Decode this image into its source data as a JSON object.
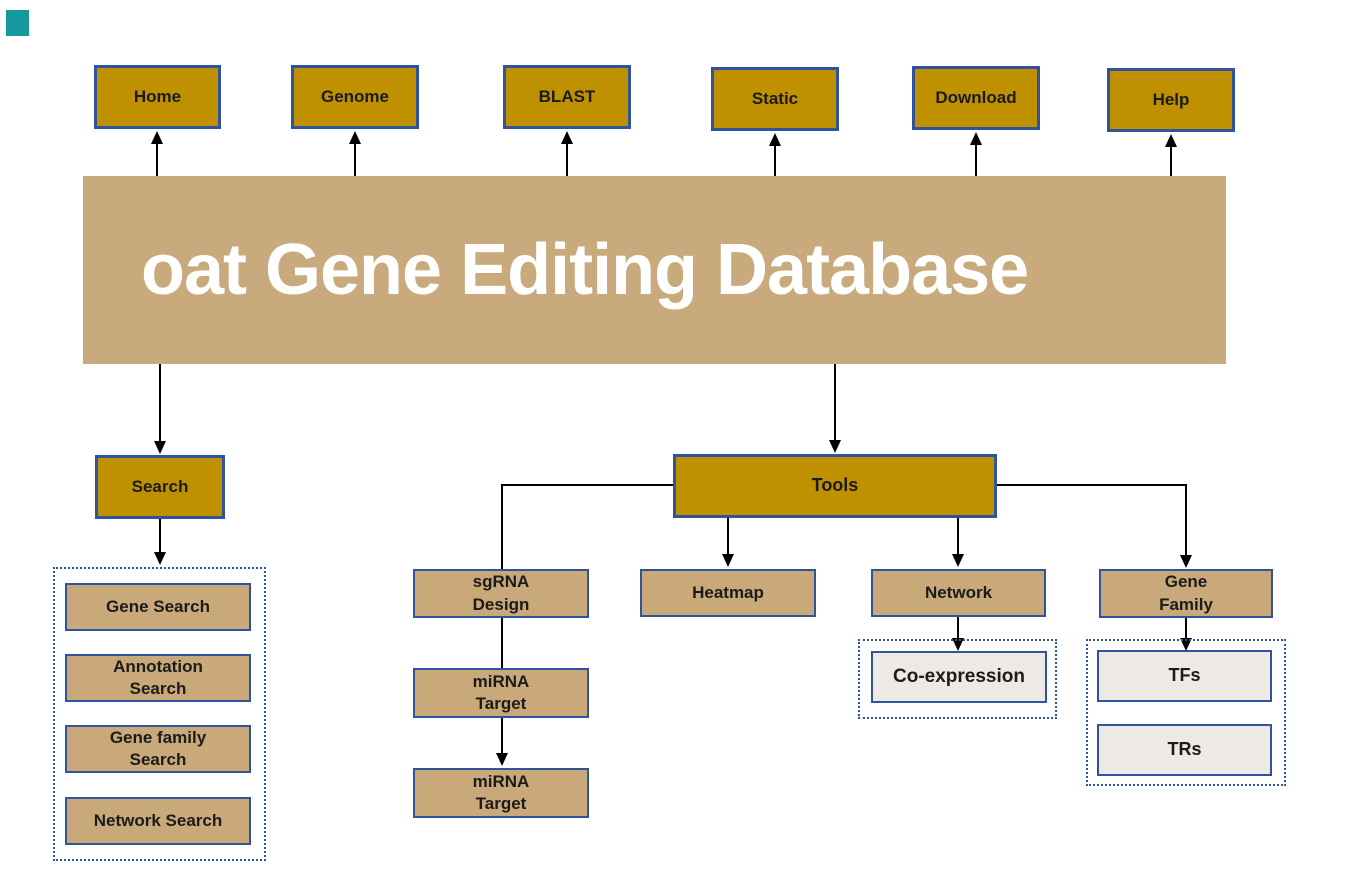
{
  "colors": {
    "gold": "#bf9000",
    "tan": "#c9a97a",
    "light": "#edeae6",
    "borderblue": "#2f549b",
    "bannerbg": "#c8aa7c",
    "line": "#000000",
    "teal": "#17989d"
  },
  "banner": {
    "title": "oat Gene Editing Database"
  },
  "top_nav": {
    "items": [
      {
        "label": "Home"
      },
      {
        "label": "Genome"
      },
      {
        "label": "BLAST"
      },
      {
        "label": "Static"
      },
      {
        "label": "Download"
      },
      {
        "label": "Help"
      }
    ]
  },
  "search_branch": {
    "root_label": "Search",
    "items": [
      {
        "label": "Gene Search"
      },
      {
        "label": "Annotation Search"
      },
      {
        "label": "Gene family Search"
      },
      {
        "label": "Network Search"
      }
    ]
  },
  "tools_branch": {
    "root_label": "Tools",
    "children": [
      {
        "label": "sgRNA Design"
      },
      {
        "label": "Heatmap"
      },
      {
        "label": "Network"
      },
      {
        "label": "Gene Family"
      }
    ],
    "sgrna_sub": [
      {
        "label": "miRNA Target"
      },
      {
        "label": "miRNA Target"
      }
    ],
    "network_sub": [
      {
        "label": "Co-expression"
      }
    ],
    "gene_family_sub": [
      {
        "label": "TFs"
      },
      {
        "label": "TRs"
      }
    ]
  }
}
